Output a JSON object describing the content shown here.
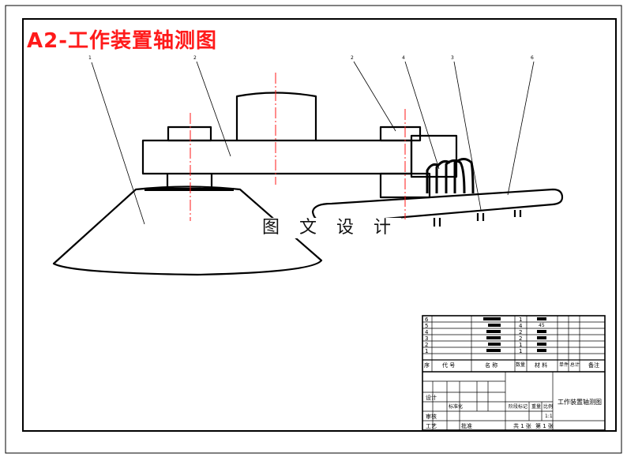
{
  "drawing": {
    "title": "A2-工作装置轴测图",
    "watermark": "图 文 设 计",
    "part_balloons": [
      "1",
      "2",
      "2",
      "4",
      "3",
      "6"
    ],
    "colors": {
      "title": "#ff1a1a",
      "centerline": "#ff1a1a",
      "lines": "#000000"
    }
  },
  "title_block": {
    "drawing_name": "工作装置轴测图",
    "parts_list": [
      {
        "no": "6",
        "qty": "1"
      },
      {
        "no": "5",
        "qty": "4",
        "note": "45"
      },
      {
        "no": "4",
        "qty": "2"
      },
      {
        "no": "3",
        "qty": "2"
      },
      {
        "no": "2",
        "qty": "1"
      },
      {
        "no": "1",
        "qty": "1"
      }
    ],
    "header": {
      "col_no": "序",
      "col_code": "代 号",
      "col_name": "名 称",
      "col_qty": "数量",
      "col_material": "材 料",
      "col_weight": "单件 总计",
      "col_note": "备注"
    },
    "labels": {
      "designer": "设计",
      "checker": "审核",
      "process": "工艺",
      "standard": "标准化",
      "approve": "批准",
      "stage_mark": "阶段标记",
      "weight": "重量",
      "scale": "比例",
      "scale_value": "1:1",
      "sheets": "共 1 张",
      "sheet_no": "第 1 张"
    }
  }
}
